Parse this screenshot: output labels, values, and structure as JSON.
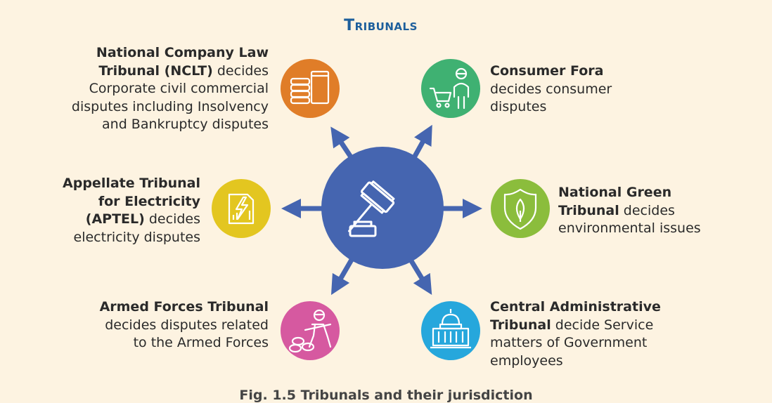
{
  "title": "Tribunals",
  "colors": {
    "hub": "#4565b0",
    "arrow": "#4565b0",
    "ncl": "#e07d28",
    "consumer": "#3fb172",
    "aptel": "#e3c620",
    "ngt": "#8bbd3c",
    "aft": "#d659a0",
    "cat": "#26a7dc"
  },
  "hub": {
    "icon": "gavel-icon"
  },
  "items": {
    "ncl": {
      "bold": "National Company Law Tribunal (NCLT)",
      "rest": " decides Corporate civil commercial disputes including Insolvency and Bankruptcy disputes",
      "icon": "document-stack-icon"
    },
    "consumer": {
      "bold": "Consumer Fora",
      "rest": " decides consumer disputes",
      "icon": "shopping-cart-person-icon"
    },
    "aptel": {
      "bold": "Appellate Tribunal for Electricity (APTEL)",
      "rest": " decides electricity disputes",
      "icon": "electricity-document-icon"
    },
    "ngt": {
      "bold": "National Green Tribunal",
      "rest": " decides environmental issues",
      "icon": "leaf-shield-icon"
    },
    "aft": {
      "bold": "Armed Forces Tribunal",
      "rest": " decides disputes related to the Armed Forces",
      "icon": "soldier-icon"
    },
    "cat": {
      "bold": "Central Administrative Tribunal",
      "rest": " decide Service matters of Government employees",
      "icon": "government-building-icon"
    }
  },
  "caption": "Fig. 1.5 Tribunals and their jurisdiction"
}
